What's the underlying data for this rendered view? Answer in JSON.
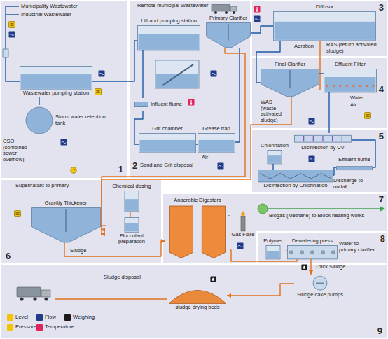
{
  "diagram": {
    "nodes": [
      {
        "text": [
          "1"
        ]
      },
      {
        "text": [
          "Wastewater pumping station"
        ],
        "in": 0
      },
      {
        "text": [
          "Storm water retention tank"
        ],
        "in": 0
      },
      {
        "text": [
          "2"
        ]
      },
      {
        "text": [
          "Lift and pumping station"
        ],
        "in": 3
      },
      {
        "text": [
          "Primary Clarifier"
        ],
        "in": 3
      },
      {
        "text": [
          "Influent flume"
        ],
        "in": 3
      },
      {
        "text": [
          "Grit chamber"
        ],
        "in": 3
      },
      {
        "text": [
          "Grease trap"
        ],
        "in": 3
      },
      {
        "text": [
          "3"
        ]
      },
      {
        "text": [
          "Diffusor"
        ],
        "in": 9
      },
      {
        "text": [
          "4"
        ]
      },
      {
        "text": [
          "Final Clarifier"
        ],
        "in": 11
      },
      {
        "text": [
          "Effluent Filter"
        ],
        "in": 11
      },
      {
        "text": [
          "5"
        ]
      },
      {
        "text": [
          "Disinfection by UV"
        ],
        "in": 14
      },
      {
        "text": [
          "Chlorination"
        ],
        "in": 14
      },
      {
        "text": [
          "Disinfection by Chlorination"
        ],
        "in": 14
      },
      {
        "text": [
          "Effluent flume"
        ],
        "in": 14
      },
      {
        "text": [
          "6"
        ]
      },
      {
        "text": [
          "Gravitiy Thickener"
        ],
        "in": 19
      },
      {
        "text": [
          "Chemical dosing"
        ],
        "in": 19
      },
      {
        "text": [
          "Flocculant preparation"
        ],
        "in": 19
      },
      {
        "text": [
          "7"
        ]
      },
      {
        "text": [
          "Anaerobic Digesters"
        ],
        "in": 23
      },
      {
        "text": [
          "Gas Flare"
        ],
        "in": 23
      },
      {
        "text": [
          "8"
        ]
      },
      {
        "text": [
          "Polymer"
        ],
        "in": 26
      },
      {
        "text": [
          "Dewatering press"
        ],
        "in": 26
      },
      {
        "text": [
          "9"
        ]
      },
      {
        "text": [
          "sludge drying beds"
        ],
        "in": 29
      },
      {
        "text": [
          "Sludge cake pumps"
        ],
        "in": 29
      }
    ],
    "edges": [
      {
        "from": 1,
        "to": 4,
        "arrow": "none"
      },
      {
        "from": 1,
        "to": 2,
        "arrow": "none"
      },
      {
        "from": 4,
        "to": 6,
        "arrow": "none"
      },
      {
        "from": 6,
        "to": 7,
        "arrow": "none"
      },
      {
        "from": 7,
        "to": 8,
        "arrow": "none"
      },
      {
        "from": 8,
        "to": 5,
        "arrow": "none"
      },
      {
        "from": 5,
        "to": 10,
        "arrow": "none"
      },
      {
        "from": 10,
        "to": 12,
        "arrow": "none"
      },
      {
        "from": 12,
        "to": 10,
        "arrow": "none"
      },
      {
        "from": 12,
        "to": 13,
        "arrow": "none"
      },
      {
        "from": 13,
        "to": 15,
        "arrow": "none"
      },
      {
        "from": 15,
        "to": 18,
        "arrow": "none"
      },
      {
        "from": 16,
        "to": 17,
        "arrow": "none"
      },
      {
        "from": 17,
        "to": 18,
        "arrow": "none"
      },
      {
        "from": 5,
        "to": 20,
        "arrow": "to"
      },
      {
        "from": 12,
        "to": 20,
        "arrow": "to"
      },
      {
        "from": 20,
        "to": 24,
        "arrow": "to"
      },
      {
        "from": 22,
        "to": 20,
        "arrow": "none"
      },
      {
        "from": 21,
        "to": 22,
        "arrow": "none"
      },
      {
        "from": 24,
        "to": 25,
        "arrow": "none"
      },
      {
        "from": 24,
        "to": 28,
        "arrow": "none"
      },
      {
        "from": 27,
        "to": 28,
        "arrow": "none"
      },
      {
        "from": 28,
        "to": 31,
        "arrow": "to"
      },
      {
        "from": 31,
        "to": 30,
        "arrow": "to"
      }
    ],
    "labels": [
      "Municipality Wastewater",
      "Industrial Wastewater",
      "CSO (combined sewer overflow)",
      "Remote municipal Wastewater",
      "Sand and Grit disposal",
      "Air",
      "RAS (return activated sludge)",
      "Aeration",
      "WAS (waste activated sludge)",
      "Water",
      "Air",
      "Discharge to outfall",
      "Supernatant to primary",
      "Sludge",
      "Biogas (Methane) to Block heating works",
      "Water to primary clarifier",
      "Thick Sludge",
      "Sludge disposal"
    ],
    "legend": [
      {
        "text": "Level",
        "color": "#f4c400"
      },
      {
        "text": "Flow",
        "color": "#1f3b8a"
      },
      {
        "text": "Weighing",
        "color": "#1a1a1a"
      },
      {
        "text": "Pressure",
        "color": "#f4c400"
      },
      {
        "text": "Temperature",
        "color": "#e0245e"
      }
    ]
  }
}
